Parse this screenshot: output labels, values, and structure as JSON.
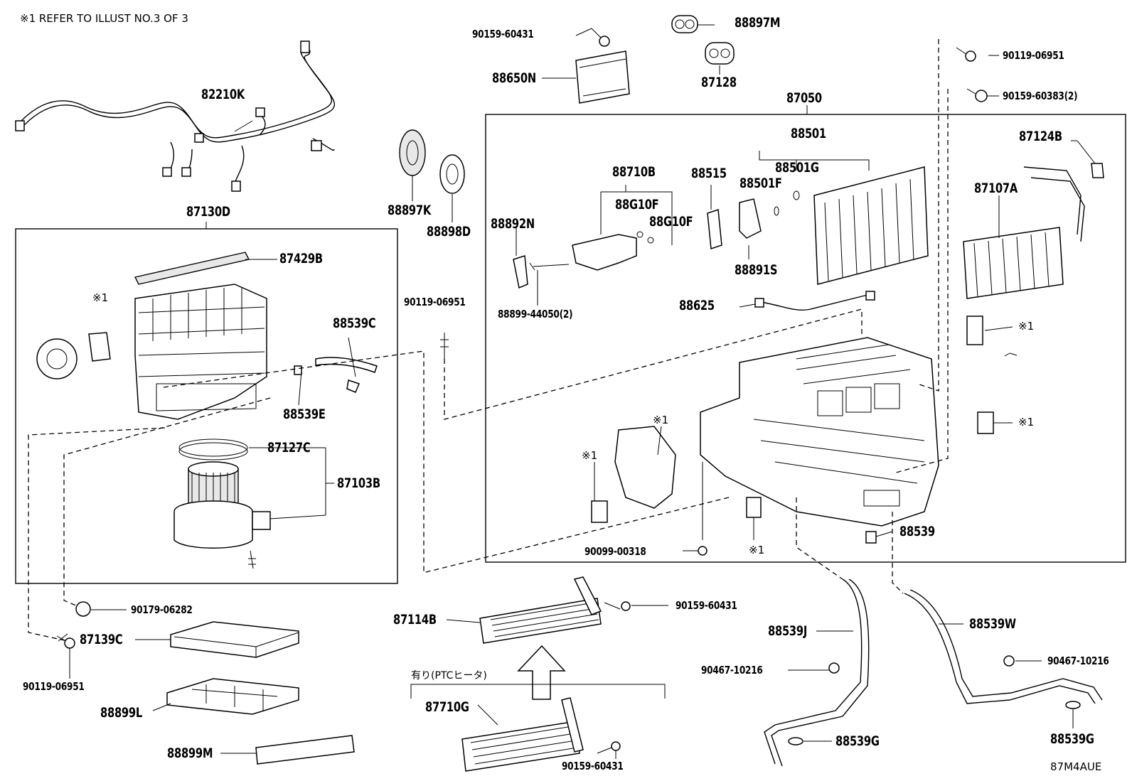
{
  "header_note": "※1 REFER TO ILLUST NO.3 OF 3",
  "diagram_code": "87M4AUE",
  "ptc_heater_label": "有り(PTCヒータ)",
  "ref_marker": "※1",
  "labels": {
    "p82210K": "82210K",
    "p87130D": "87130D",
    "p87429B": "87429B",
    "p88539C": "88539C",
    "p88539E": "88539E",
    "p87127C": "87127C",
    "p87103B": "87103B",
    "p90179_06282": "90179-06282",
    "p87139C": "87139C",
    "p90119_06951_a": "90119-06951",
    "p88899L": "88899L",
    "p88899M": "88899M",
    "p90159_60431_a": "90159-60431",
    "p88650N": "88650N",
    "p88897M": "88897M",
    "p87128": "87128",
    "p88897K": "88897K",
    "p88898D": "88898D",
    "p90119_06951_b": "90119-06951",
    "p87050": "87050",
    "p88501": "88501",
    "p88501G": "88501G",
    "p88501F": "88501F",
    "p88710B": "88710B",
    "p88515": "88515",
    "p88G10F_a": "88G10F",
    "p88G10F_b": "88G10F",
    "p88892N": "88892N",
    "p88899_44050": "88899-44050(2)",
    "p88891S": "88891S",
    "p88625": "88625",
    "p90119_06951_c": "90119-06951",
    "p90159_60383": "90159-60383(2)",
    "p87124B": "87124B",
    "p87107A": "87107A",
    "p90099_00318": "90099-00318",
    "p88539": "88539",
    "p87114B": "87114B",
    "p90159_60431_b": "90159-60431",
    "p88539J": "88539J",
    "p88539W": "88539W",
    "p90467_10216_a": "90467-10216",
    "p90467_10216_b": "90467-10216",
    "p88539G_a": "88539G",
    "p88539G_b": "88539G",
    "p87710G": "87710G",
    "p90159_60431_c": "90159-60431"
  }
}
